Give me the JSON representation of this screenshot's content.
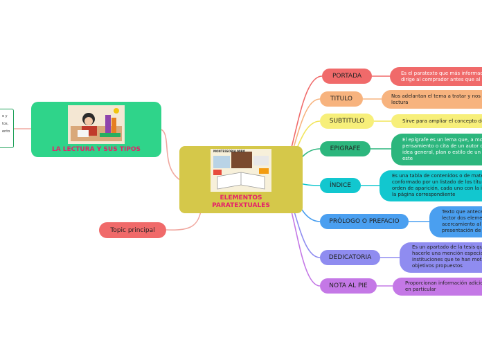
{
  "central": {
    "title_line1": "ELEMENTOS",
    "title_line2": "PARATEXTUALES",
    "image_caption": "MONTESSORIA MIRO"
  },
  "left_topic": {
    "title": "LA LECTURA Y SUS TIPOS"
  },
  "left_note": {
    "lines": [
      "o y",
      "tos,",
      "ento"
    ]
  },
  "topic_principal": {
    "label": "Topic principal"
  },
  "branches": [
    {
      "label": "PORTADA",
      "color": "#f06a6a",
      "note": [
        "Es el paratexto que más informació",
        "dirige al comprador antes que al le"
      ],
      "note_color": "#f06a6a"
    },
    {
      "label": "TITULO",
      "color": "#f7b37e",
      "note": [
        "Nos adelantan el tema a tratar y nos g",
        "lectura"
      ],
      "note_color": "#f7b37e"
    },
    {
      "label": "SUBTITULO",
      "color": "#f7ef7a",
      "note": [
        "Sirve para ampliar el concepto del t"
      ],
      "note_color": "#f7ef7a"
    },
    {
      "label": "EPIGRAFE",
      "color": "#2cb67d",
      "note": [
        "El epígrafe es un lema que, a mod",
        "pensamiento o cita de un autor co",
        "idea general, plan o estilo de un li",
        "este"
      ],
      "note_color": "#2cb67d"
    },
    {
      "label": "ÍNDICE",
      "color": "#12c7cf",
      "note": [
        "Es una tabla de contenidos o de mater",
        "conformado por un listado de los títulc",
        "orden de aparición, cada uno con la in",
        "la página correspondiente"
      ],
      "note_color": "#12c7cf"
    },
    {
      "label": "PRÓLOGO  O PREFACIO",
      "color": "#4a9ff0",
      "note": [
        "Texto que antecec",
        "lector dos elemen",
        "acercamiento al c",
        "presentación de s"
      ],
      "note_color": "#4a9ff0"
    },
    {
      "label": "DEDICATORIA",
      "color": "#8f8cf0",
      "note": [
        "Es un apartado de la tesis que",
        "hacerle una mención especial",
        "instituciones que te han motiv",
        "objetivos propuestos"
      ],
      "note_color": "#8f8cf0"
    },
    {
      "label": "NOTA AL PIE",
      "color": "#c478e6",
      "note": [
        "Proporcionan información adicio",
        "en particular"
      ],
      "note_color": "#c478e6"
    }
  ]
}
